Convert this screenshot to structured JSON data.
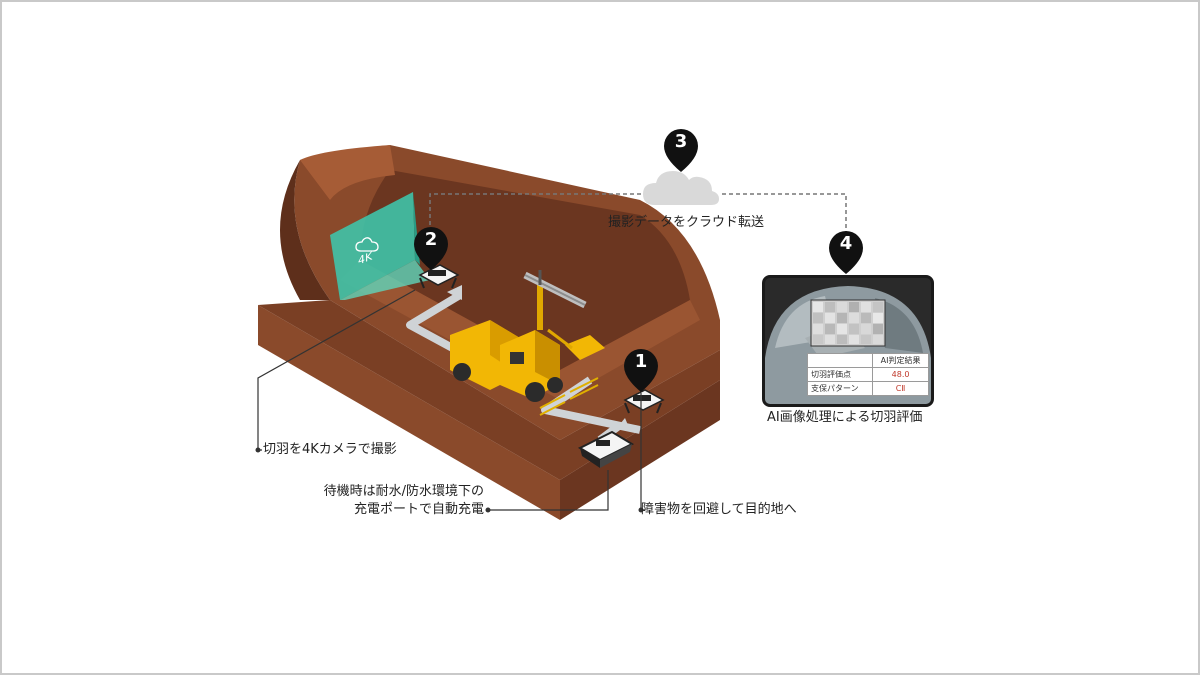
{
  "markers": [
    {
      "number": "1",
      "label": "障害物を回避して目的地へ"
    },
    {
      "number": "2",
      "label": "切羽を4Kカメラで撮影"
    },
    {
      "number": "3",
      "label": "撮影データをクラウド転送"
    },
    {
      "number": "4",
      "label": "AI画像処理による切羽評価"
    }
  ],
  "screen_text": "4K",
  "charging_label": {
    "line1": "待機時は耐水/防水環境下の",
    "line2": "充電ポートで自動充電"
  },
  "result_table": {
    "header": "AI判定結果",
    "rows": [
      {
        "label": "切羽評価点",
        "value": "48.0"
      },
      {
        "label": "支保パターン",
        "value": "CⅡ"
      }
    ]
  },
  "colors": {
    "soil": "#8a4a2b",
    "soil_dark": "#5e2f1b",
    "soil_light": "#a65c36",
    "screen": "#3fc3a8",
    "machine": "#f2b705",
    "marker": "#111111",
    "cloud": "#d9d9d9"
  }
}
